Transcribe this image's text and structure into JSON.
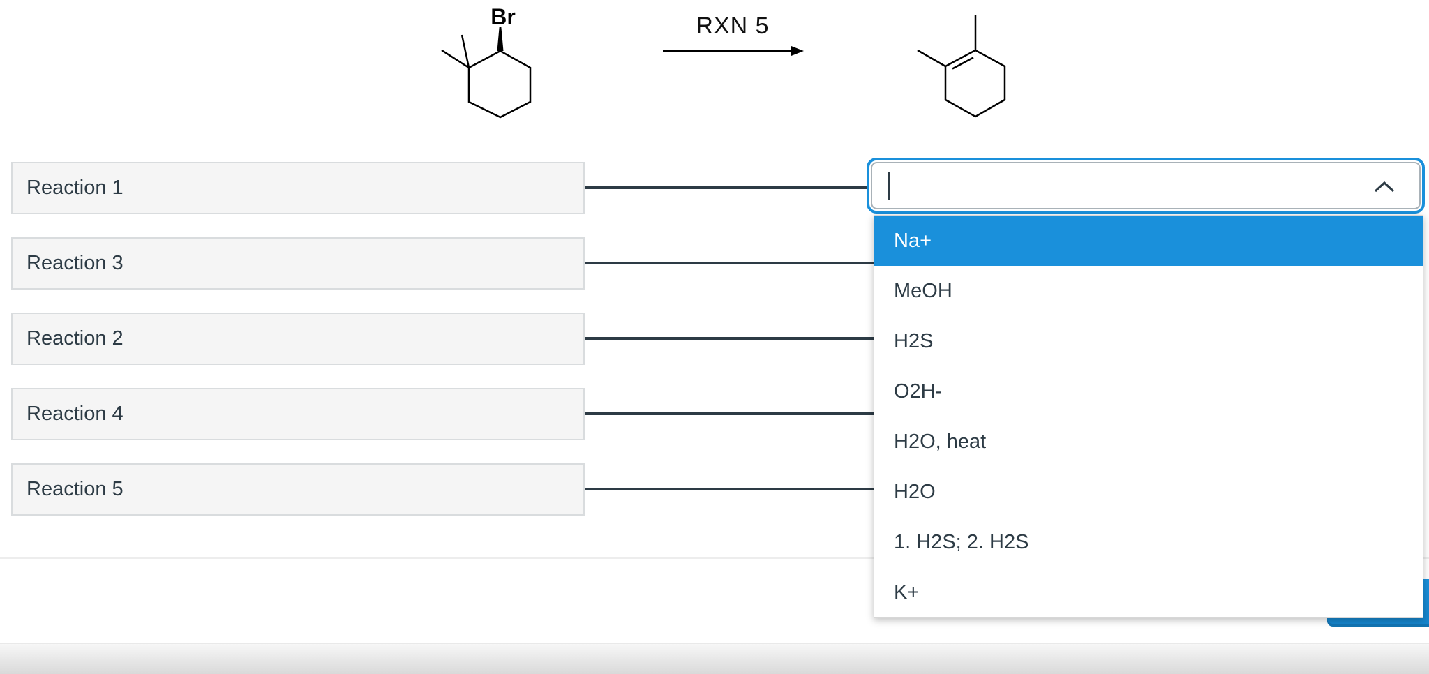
{
  "colors": {
    "accent_blue": "#1a90db",
    "ink": "#2d3b45",
    "stem_box_bg": "#f5f5f5",
    "stem_box_border": "#d9dcde",
    "input_border": "#a9b2b8",
    "divider": "#ededed",
    "footer_gradient_top": "#f7f7f7",
    "footer_gradient_bottom": "#d9d9d9"
  },
  "scheme": {
    "substituent_label": "Br",
    "arrow_label": "RXN 5"
  },
  "match_items": [
    {
      "label": "Reaction 1"
    },
    {
      "label": "Reaction 3"
    },
    {
      "label": "Reaction 2"
    },
    {
      "label": "Reaction 4"
    },
    {
      "label": "Reaction 5"
    }
  ],
  "combobox": {
    "value": "",
    "state": "open",
    "icon": "chevron-up-icon"
  },
  "dropdown": {
    "options": [
      {
        "label": "Na+",
        "highlighted": true
      },
      {
        "label": "MeOH",
        "highlighted": false
      },
      {
        "label": "H2S",
        "highlighted": false
      },
      {
        "label": "O2H-",
        "highlighted": false
      },
      {
        "label": "H2O, heat",
        "highlighted": false
      },
      {
        "label": "H2O",
        "highlighted": false
      },
      {
        "label": "1. H2S; 2. H2S",
        "highlighted": false
      },
      {
        "label": "K+",
        "highlighted": false
      }
    ]
  },
  "submit_button": {
    "label": ""
  }
}
